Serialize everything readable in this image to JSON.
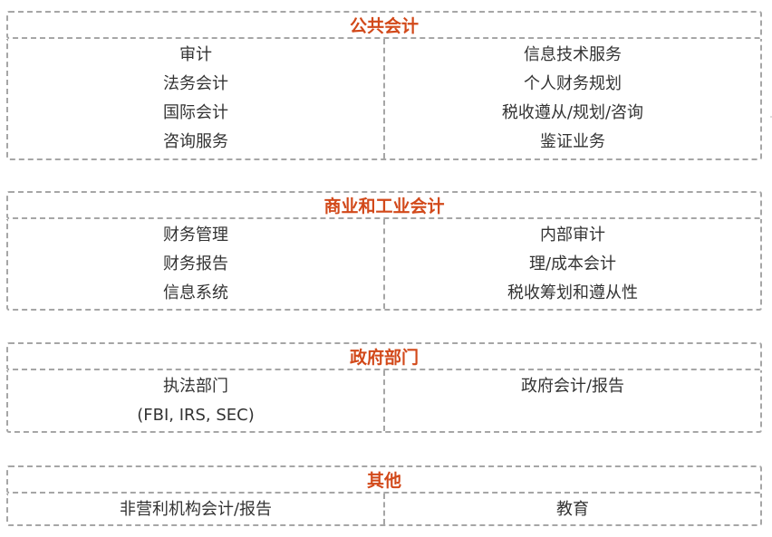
{
  "sections": [
    {
      "title": "公共会计",
      "left": [
        "审计",
        "法务会计",
        "国际会计",
        "咨询服务"
      ],
      "right": [
        "信息技术服务",
        "个人财务规划",
        "税收遵从/规划/咨询",
        "鉴证业务"
      ]
    },
    {
      "title": "商业和工业会计",
      "left": [
        "财务管理",
        "财务报告",
        "信息系统"
      ],
      "right": [
        "内部审计",
        "理/成本会计",
        "税收筹划和遵从性"
      ]
    },
    {
      "title": "政府部门",
      "left": [
        "执法部门",
        "(FBI, IRS, SEC)"
      ],
      "right": [
        "政府会计/报告"
      ]
    },
    {
      "title": "其他",
      "left": [
        "非营利机构会计/报告"
      ],
      "right": [
        "教育"
      ]
    }
  ],
  "colors": {
    "heading": "#d2491a",
    "border": "#a6a6a6",
    "text": "#333333"
  }
}
